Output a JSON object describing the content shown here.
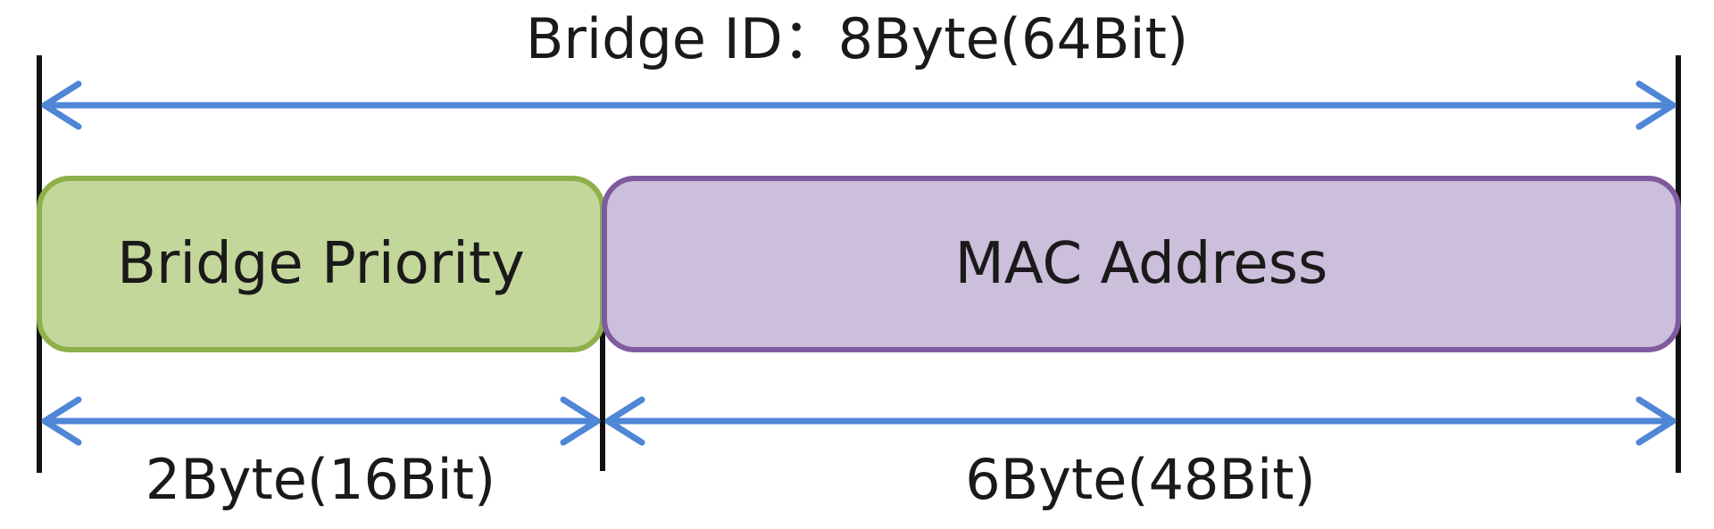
{
  "diagram": {
    "total_label": "Bridge ID：8Byte(64Bit)",
    "fields": [
      {
        "name": "Bridge Priority",
        "size_label": "2Byte(16Bit)",
        "fill": "#c4d79b",
        "stroke": "#8db04a"
      },
      {
        "name": "MAC Address",
        "size_label": "6Byte(48Bit)",
        "fill": "#cbbfdb",
        "stroke": "#7e5b9e"
      }
    ],
    "arrow_color": "#4f86d6",
    "boundary_color": "#111111"
  }
}
